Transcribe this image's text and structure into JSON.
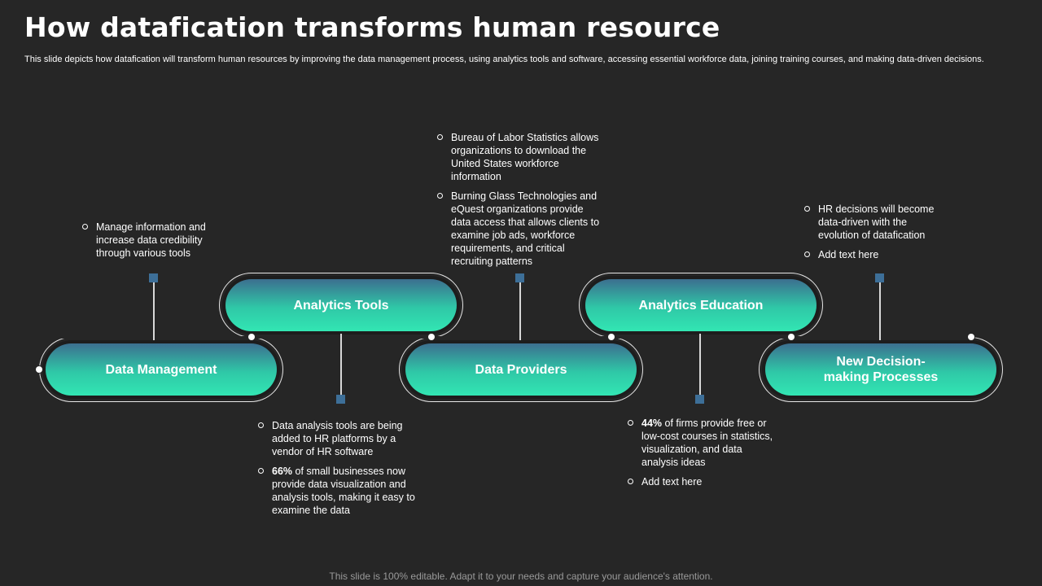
{
  "title": "How datafication transforms human resource",
  "subtitle": "This slide depicts how datafication will transform human resources by improving the data management process, using analytics tools and software, accessing essential workforce data, joining training courses, and making data-driven decisions.",
  "footer": "This slide is 100% editable. Adapt it to your needs and capture your audience's attention.",
  "stages": [
    {
      "label": "Data Management"
    },
    {
      "label": "Analytics Tools"
    },
    {
      "label": "Data Providers"
    },
    {
      "label": "Analytics Education"
    },
    {
      "label": "New Decision-\nmaking Processes"
    }
  ],
  "notes": {
    "data_management": [
      "Manage information and increase data credibility through various tools"
    ],
    "analytics_tools": [
      {
        "text": "Data analysis tools are being added to HR platforms by a vendor of HR software"
      },
      {
        "bold": "66%",
        "text": " of small businesses now provide data visualization and analysis tools, making it easy to examine the data"
      }
    ],
    "data_providers": [
      "Bureau of Labor Statistics allows organizations to download the United States workforce information",
      "Burning Glass Technologies and eQuest organizations provide data access that allows clients to examine job ads, workforce requirements, and critical recruiting patterns"
    ],
    "analytics_education": [
      {
        "bold": "44%",
        "text": " of firms provide free or low-cost courses in statistics, visualization, and data analysis ideas"
      },
      {
        "text": "Add text here"
      }
    ],
    "new_decision": [
      "HR decisions will become data-driven with the evolution of datafication",
      "Add text here"
    ]
  }
}
